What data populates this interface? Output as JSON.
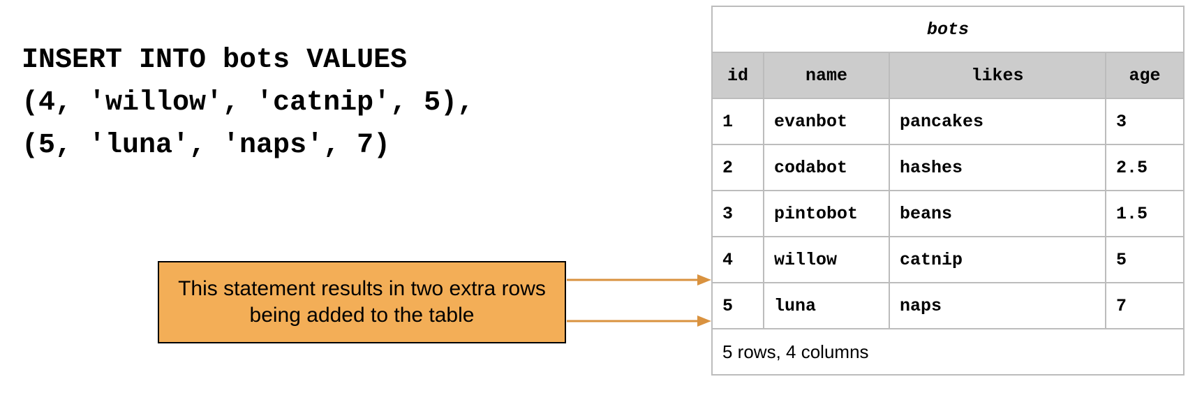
{
  "sql": {
    "lines": [
      "INSERT INTO bots VALUES",
      "(4, 'willow', 'catnip', 5),",
      "(5, 'luna', 'naps', 7)"
    ]
  },
  "callout": {
    "text": "This statement results in two extra rows being added to the table",
    "color": "#f3ae57",
    "arrow_color": "#d9923f"
  },
  "table": {
    "caption": "bots",
    "columns": [
      "id",
      "name",
      "likes",
      "age"
    ],
    "rows": [
      [
        "1",
        "evanbot",
        "pancakes",
        "3"
      ],
      [
        "2",
        "codabot",
        "hashes",
        "2.5"
      ],
      [
        "3",
        "pintobot",
        "beans",
        "1.5"
      ],
      [
        "4",
        "willow",
        "catnip",
        "5"
      ],
      [
        "5",
        "luna",
        "naps",
        "7"
      ]
    ],
    "footer": "5 rows, 4 columns",
    "header_color": "#cccccc"
  }
}
